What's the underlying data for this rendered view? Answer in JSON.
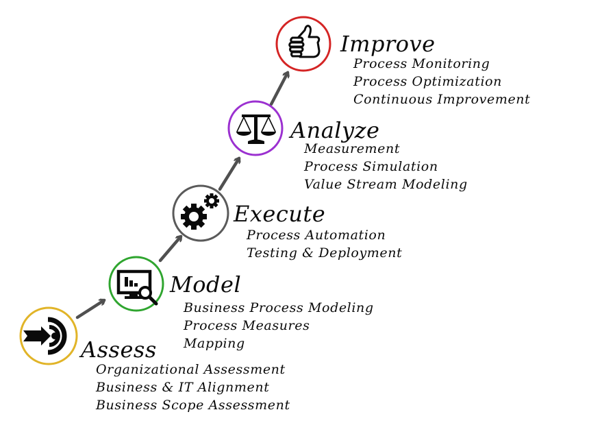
{
  "diagram": {
    "type": "staircase-process",
    "stages": [
      {
        "id": "assess",
        "title": "Assess",
        "icon": "target-arrow-icon",
        "ring_color": "#e1b428",
        "items": [
          "Organizational Assessment",
          "Business & IT  Alignment",
          "Business Scope Assessment"
        ]
      },
      {
        "id": "model",
        "title": "Model",
        "icon": "monitor-chart-magnifier-icon",
        "ring_color": "#2fa52f",
        "items": [
          "Business Process Modeling",
          "Process Measures",
          "Mapping"
        ]
      },
      {
        "id": "execute",
        "title": "Execute",
        "icon": "gears-icon",
        "ring_color": "#5a5a5a",
        "items": [
          "Process Automation",
          "Testing & Deployment"
        ]
      },
      {
        "id": "analyze",
        "title": "Analyze",
        "icon": "balance-scale-icon",
        "ring_color": "#9b30d0",
        "items": [
          "Measurement",
          "Process Simulation",
          "Value Stream Modeling"
        ]
      },
      {
        "id": "improve",
        "title": "Improve",
        "icon": "thumbs-up-icon",
        "ring_color": "#d42424",
        "items": [
          "Process Monitoring",
          "Process Optimization",
          "Continuous Improvement"
        ]
      }
    ],
    "arrow_color": "#505050",
    "icon_color": "#0a0a0a",
    "background": "#ffffff"
  }
}
